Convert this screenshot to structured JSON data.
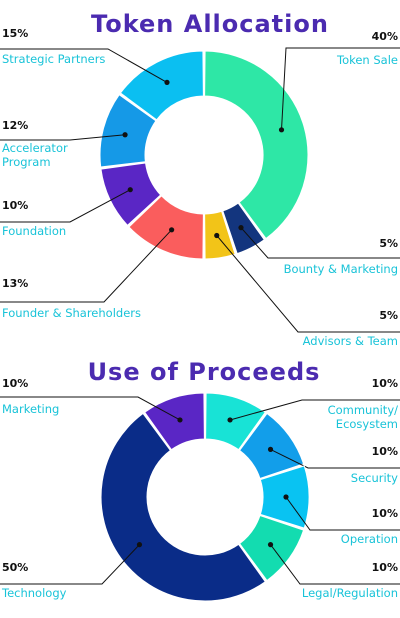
{
  "colors": {
    "title": "#4b2bb0",
    "label": "#19c3d8",
    "percent": "#111111",
    "background": "#ffffff"
  },
  "chart_data": [
    {
      "type": "pie",
      "title": "Token Allocation",
      "slices": [
        {
          "label": "Token Sale",
          "value": 40,
          "display": "40%",
          "color": "#2ee7a6"
        },
        {
          "label": "Bounty & Marketing",
          "value": 5,
          "display": "5%",
          "color": "#13357e"
        },
        {
          "label": "Advisors & Team",
          "value": 5,
          "display": "5%",
          "color": "#f2c418"
        },
        {
          "label": "Founder & Shareholders",
          "value": 13,
          "display": "13%",
          "color": "#fa5d5d"
        },
        {
          "label": "Foundation",
          "value": 10,
          "display": "10%",
          "color": "#5a26c5"
        },
        {
          "label": "Accelerator Program",
          "value": 12,
          "display": "12%",
          "color": "#1599e7"
        },
        {
          "label": "Strategic Partners",
          "value": 15,
          "display": "15%",
          "color": "#0bbff1"
        }
      ]
    },
    {
      "type": "pie",
      "title": "Use of Proceeds",
      "slices": [
        {
          "label": "Community/ Ecosystem",
          "value": 10,
          "display": "10%",
          "color": "#18e3d6"
        },
        {
          "label": "Security",
          "value": 10,
          "display": "10%",
          "color": "#129eea"
        },
        {
          "label": "Operation",
          "value": 10,
          "display": "10%",
          "color": "#09c3f2"
        },
        {
          "label": "Legal/Regulation",
          "value": 10,
          "display": "10%",
          "color": "#13dcb0"
        },
        {
          "label": "Technology",
          "value": 50,
          "display": "50%",
          "color": "#0a2c88"
        },
        {
          "label": "Marketing",
          "value": 10,
          "display": "10%",
          "color": "#5a26c5"
        }
      ]
    }
  ]
}
